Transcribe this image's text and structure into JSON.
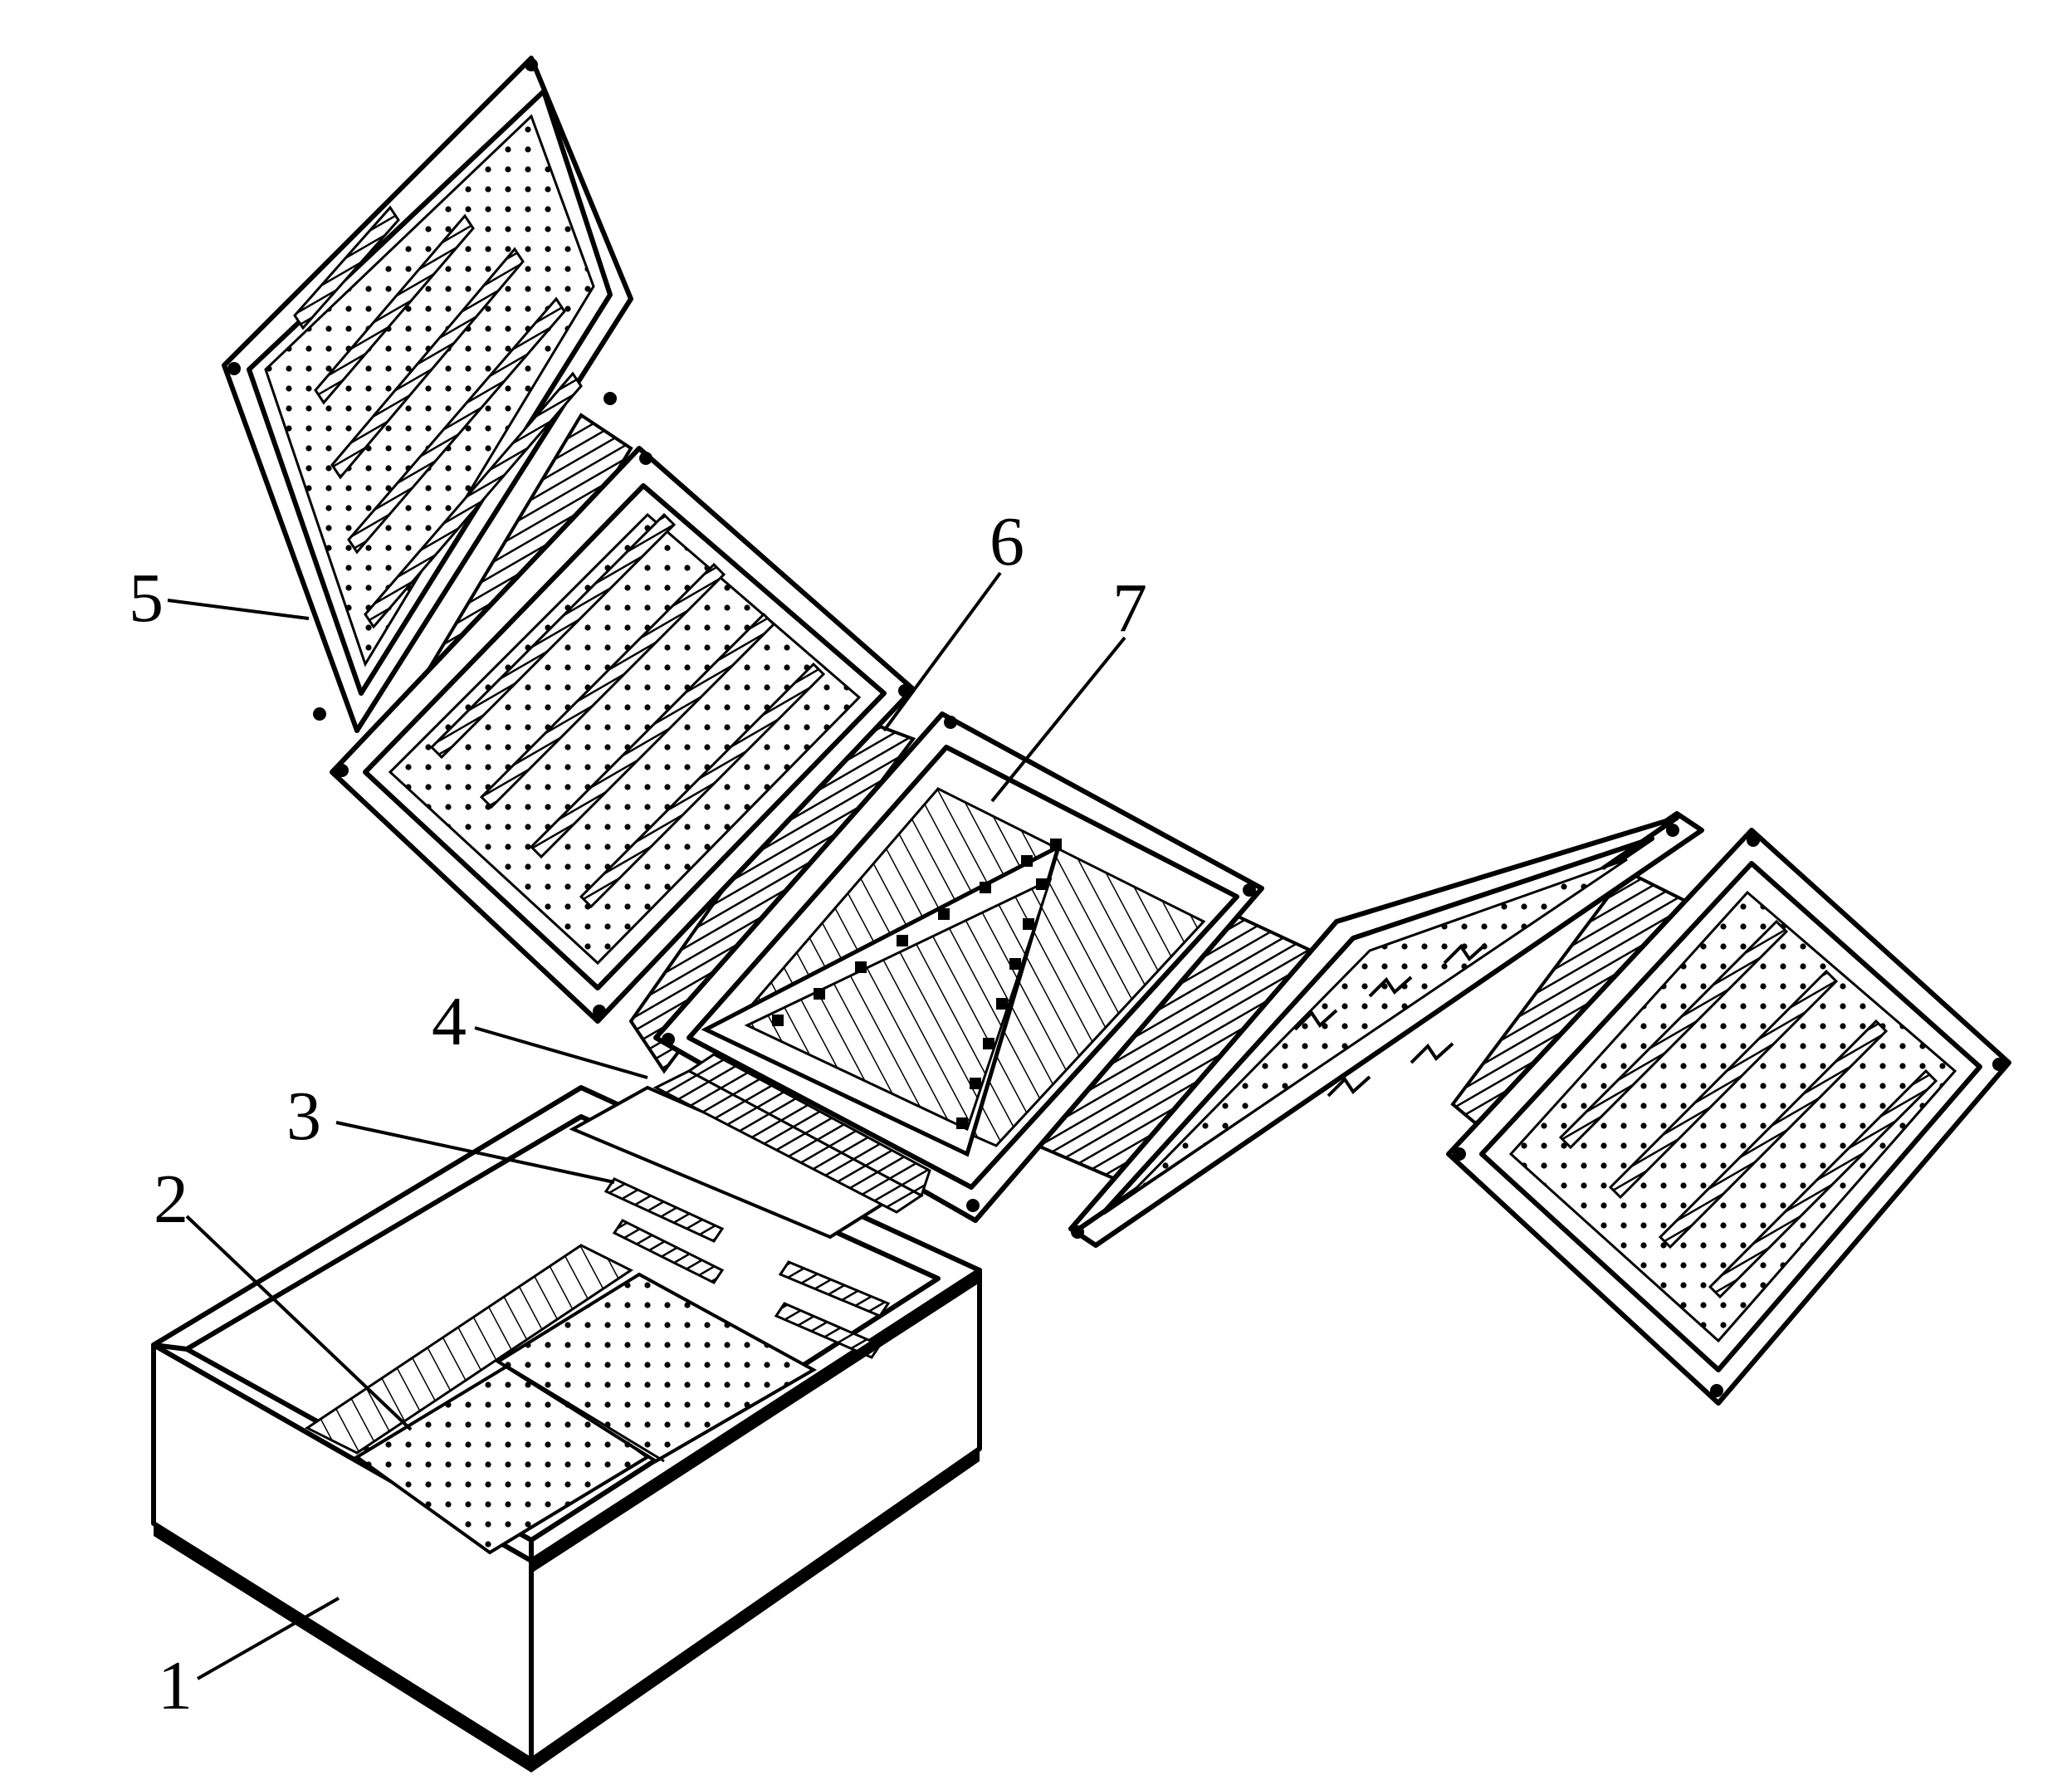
{
  "colors": {
    "ink": "#000000",
    "paper": "#ffffff",
    "hatch": "#555555"
  },
  "labels": [
    {
      "id": "1",
      "text": "1"
    },
    {
      "id": "2",
      "text": "2"
    },
    {
      "id": "3",
      "text": "3"
    },
    {
      "id": "4",
      "text": "4"
    },
    {
      "id": "5",
      "text": "5"
    },
    {
      "id": "6",
      "text": "6"
    },
    {
      "id": "7",
      "text": "7"
    }
  ]
}
